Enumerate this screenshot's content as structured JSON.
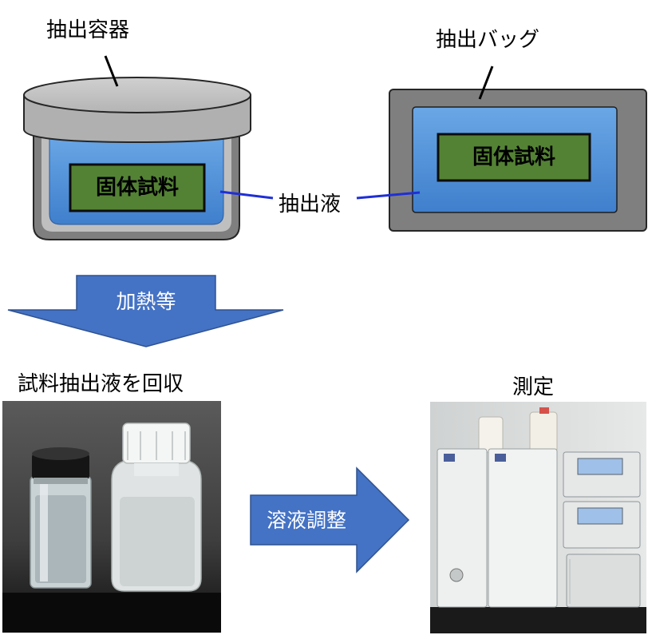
{
  "diagram": {
    "container_label": "抽出容器",
    "bag_label": "抽出バッグ",
    "solid_sample_label": "固体試料",
    "extract_liquid_label": "抽出液",
    "heating_step_label": "加熱等",
    "recover_label": "試料抽出液を回収",
    "solution_adjust_label": "溶液調整",
    "measure_label": "測定"
  },
  "colors": {
    "gray_light": "#bfbfbf",
    "gray_dark": "#7f7f7f",
    "liquid_blue": "#4f8fd6",
    "sample_green": "#548235",
    "arrow_blue": "#4472c4",
    "leader_blue": "#1f2fd6"
  }
}
